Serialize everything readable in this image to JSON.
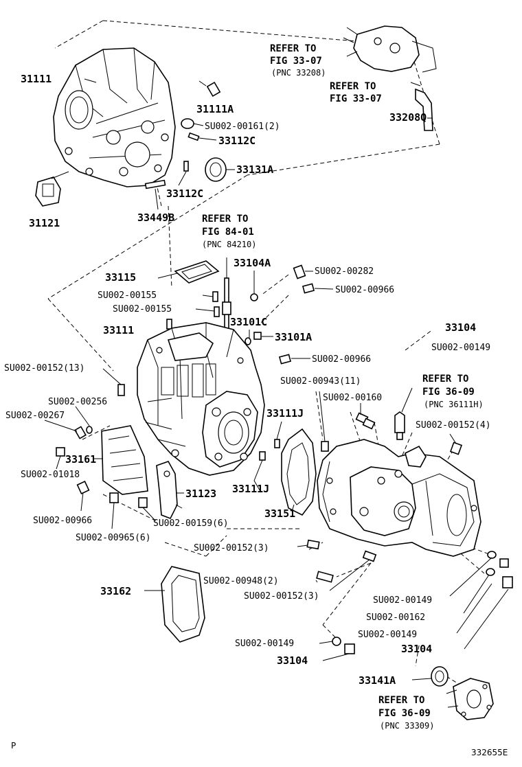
{
  "diagram": {
    "part_labels": {
      "p31111_top": "31111",
      "p31111A": "31111A",
      "su00161": "SU002-00161(2)",
      "p33112C_a": "33112C",
      "p33131A": "33131A",
      "p33112C_b": "33112C",
      "p31121": "31121",
      "p33449B": "33449B",
      "p33208Q": "33208Q",
      "p33115": "33115",
      "p33104A": "33104A",
      "su00282": "SU002-00282",
      "su00966_a": "SU002-00966",
      "su00155_a": "SU002-00155",
      "su00155_b": "SU002-00155",
      "p33111_mid": "33111",
      "p33101C": "33101C",
      "p33101A": "33101A",
      "p33104_a": "33104",
      "su00149_a": "SU002-00149",
      "su00152_13": "SU002-00152(13)",
      "su00966_b": "SU002-00966",
      "su00943": "SU002-00943(11)",
      "su00256": "SU002-00256",
      "su00160": "SU002-00160",
      "su00267": "SU002-00267",
      "p33111J_a": "33111J",
      "su00152_4": "SU002-00152(4)",
      "p33161": "33161",
      "su01018": "SU002-01018",
      "p31123": "31123",
      "p33111J_b": "33111J",
      "p33151": "33151",
      "su00966_c": "SU002-00966",
      "su00159": "SU002-00159(6)",
      "su00965": "SU002-00965(6)",
      "su00152_3a": "SU002-00152(3)",
      "su00948": "SU002-00948(2)",
      "p33162": "33162",
      "su00152_3b": "SU002-00152(3)",
      "su00149_b": "SU002-00149",
      "su00162": "SU002-00162",
      "su00149_c": "SU002-00149",
      "su00149_d": "SU002-00149",
      "p33104_b": "33104",
      "p33104_c": "33104",
      "p33141A": "33141A"
    },
    "references": {
      "ref1": {
        "line1": "REFER TO",
        "line2": "FIG 33-07",
        "pnc": "(PNC 33208)"
      },
      "ref2": {
        "line1": "REFER TO",
        "line2": "FIG 33-07"
      },
      "ref3": {
        "line1": "REFER TO",
        "line2": "FIG 84-01",
        "pnc": "(PNC 84210)"
      },
      "ref4": {
        "line1": "REFER TO",
        "line2": "FIG 36-09",
        "pnc": "(PNC 36111H)"
      },
      "ref5": {
        "line1": "REFER TO",
        "line2": "FIG 36-09",
        "pnc": "(PNC 33309)"
      }
    },
    "footer": {
      "corner_mark": "P",
      "illustration_id": "332655E"
    }
  }
}
